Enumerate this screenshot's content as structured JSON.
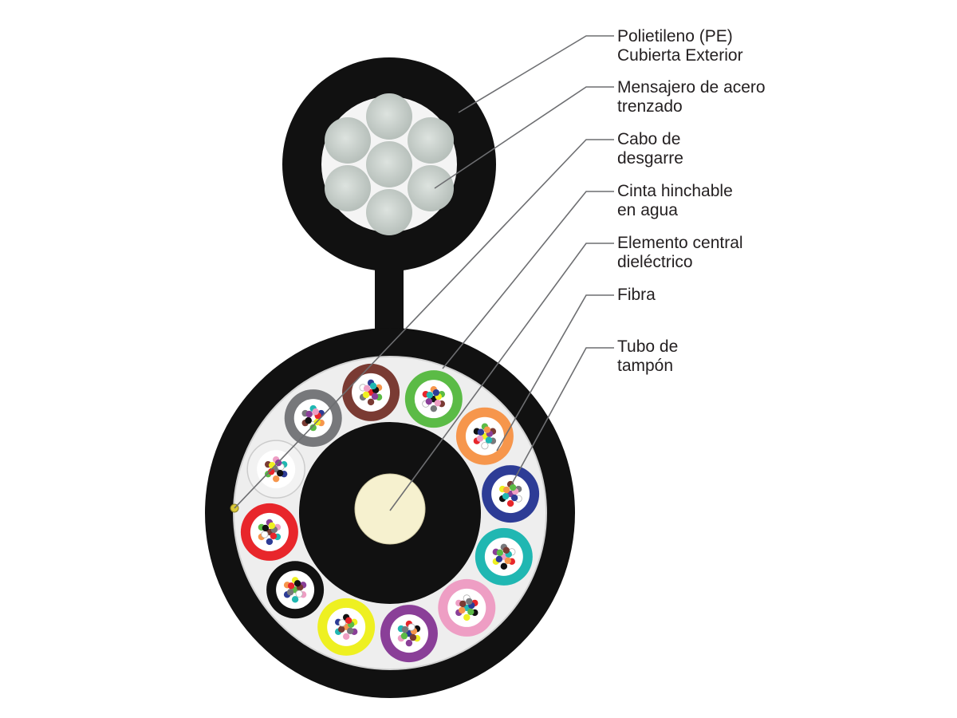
{
  "callouts": [
    {
      "key": "pe-jacket",
      "lines": [
        "Polietileno (PE)",
        "Cubierta Exterior"
      ]
    },
    {
      "key": "steel-messenger",
      "lines": [
        "Mensajero de acero",
        "trenzado"
      ]
    },
    {
      "key": "ripcord",
      "lines": [
        "Cabo de",
        "desgarre"
      ]
    },
    {
      "key": "water-swellable-tape",
      "lines": [
        "Cinta hinchable",
        "en agua"
      ]
    },
    {
      "key": "central-strength-member",
      "lines": [
        "Elemento central",
        "dieléctrico"
      ]
    },
    {
      "key": "fiber",
      "lines": [
        "Fibra"
      ]
    },
    {
      "key": "buffer-tube",
      "lines": [
        "Tubo de",
        "tampón"
      ]
    }
  ],
  "colors": {
    "jacket": "#111111",
    "messenger_strand": "#c9d0cc",
    "tape": "#eeeeee",
    "central_member": "#f6f1cf",
    "leader_line": "#6d6e71",
    "label_text": "#231f20"
  },
  "buffer_tubes": [
    {
      "name": "brown",
      "color": "#7a3b33"
    },
    {
      "name": "green",
      "color": "#5bbb46"
    },
    {
      "name": "orange",
      "color": "#f6964c"
    },
    {
      "name": "blue",
      "color": "#2d3c96"
    },
    {
      "name": "aqua",
      "color": "#20b7b2"
    },
    {
      "name": "rose",
      "color": "#ee9ec4"
    },
    {
      "name": "violet",
      "color": "#8a3f98"
    },
    {
      "name": "yellow",
      "color": "#eef021"
    },
    {
      "name": "black",
      "color": "#111111"
    },
    {
      "name": "red",
      "color": "#e8262b"
    },
    {
      "name": "white",
      "color": "#f2f2f2"
    },
    {
      "name": "slate",
      "color": "#77787b"
    }
  ],
  "fiber_colors": [
    "#2d3c96",
    "#f6964c",
    "#5bbb46",
    "#7a3b33",
    "#77787b",
    "#ffffff",
    "#e8262b",
    "#111111",
    "#eef021",
    "#8a3f98",
    "#ee9ec4",
    "#20b7b2"
  ]
}
